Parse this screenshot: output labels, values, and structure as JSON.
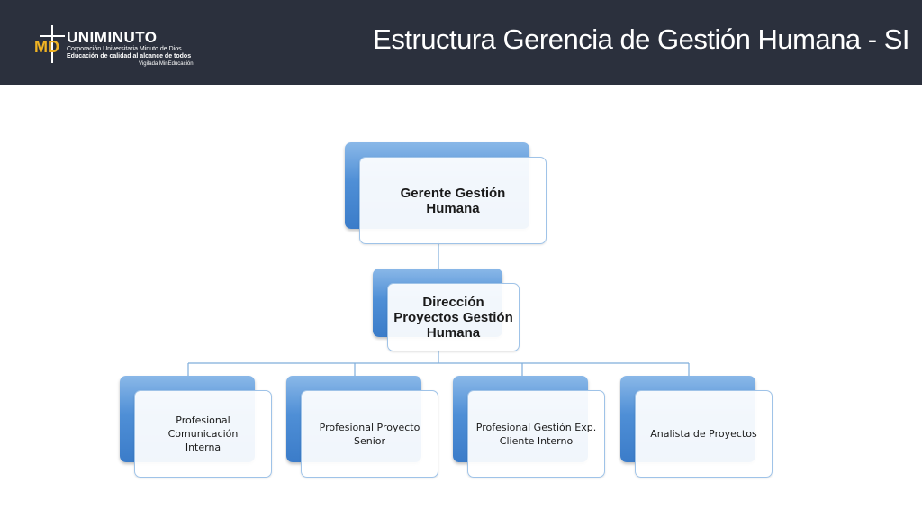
{
  "header": {
    "title": "Estructura Gerencia de Gestión Humana - SI",
    "logo": {
      "mark": "MD",
      "name": "UNIMINUTO",
      "line1": "Corporación Universitaria Minuto de Dios",
      "line2": "Educación de calidad al alcance de todos",
      "line3": "Vigilada MinEducación"
    },
    "colors": {
      "background": "#2b303d",
      "logo_accent": "#f0b323"
    }
  },
  "org_chart": {
    "root": {
      "label": "Gerente Gestión\nHumana"
    },
    "level1": {
      "label": "Dirección\nProyectos Gestión\nHumana"
    },
    "level2": [
      {
        "label": "Profesional Comunicación\nInterna"
      },
      {
        "label": "Profesional Proyecto\nSenior"
      },
      {
        "label": "Profesional Gestión Exp.\nCliente Interno"
      },
      {
        "label": "Analista de Proyectos"
      }
    ],
    "colors": {
      "box_fill": "#4f8fd6",
      "card_border": "#9fc3e8",
      "connector": "#7faedb"
    }
  }
}
